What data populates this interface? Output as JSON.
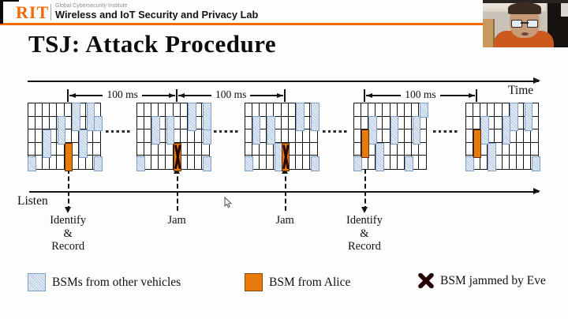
{
  "header": {
    "logo_text": "RIT",
    "institute": "Global Cybersecurity Institute",
    "lab_name": "Wireless and IoT Security and Privacy Lab"
  },
  "slide": {
    "title": "TSJ: Attack Procedure"
  },
  "timeline": {
    "time_label": "Time",
    "listen_label": "Listen",
    "interval_label": "100 ms"
  },
  "diagram": {
    "grids": [
      {
        "name": "frame-1",
        "alice": {
          "col": 6,
          "row": 4,
          "span": 2,
          "jammed": false
        },
        "others": [
          [
            7,
            1,
            2
          ],
          [
            9,
            1,
            2
          ],
          [
            5,
            2,
            2
          ],
          [
            10,
            2,
            1
          ],
          [
            3,
            3,
            2
          ],
          [
            8,
            3,
            2
          ],
          [
            1,
            5,
            1
          ],
          [
            10,
            5,
            1
          ]
        ]
      },
      {
        "name": "frame-2",
        "alice": {
          "col": 6,
          "row": 4,
          "span": 2,
          "jammed": true
        },
        "others": [
          [
            8,
            1,
            2
          ],
          [
            10,
            1,
            2
          ],
          [
            3,
            2,
            2
          ],
          [
            5,
            2,
            2
          ],
          [
            10,
            3,
            1
          ],
          [
            1,
            5,
            1
          ],
          [
            10,
            5,
            1
          ]
        ]
      },
      {
        "name": "frame-3",
        "alice": {
          "col": 6,
          "row": 4,
          "span": 2,
          "jammed": true
        },
        "others": [
          [
            8,
            1,
            2
          ],
          [
            10,
            1,
            2
          ],
          [
            2,
            2,
            2
          ],
          [
            4,
            2,
            2
          ],
          [
            5,
            4,
            2
          ],
          [
            1,
            5,
            1
          ],
          [
            10,
            5,
            1
          ]
        ]
      },
      {
        "name": "frame-4",
        "alice": {
          "col": 2,
          "row": 3,
          "span": 2,
          "jammed": false
        },
        "others": [
          [
            10,
            1,
            1
          ],
          [
            3,
            2,
            2
          ],
          [
            6,
            2,
            2
          ],
          [
            9,
            2,
            2
          ],
          [
            4,
            4,
            2
          ],
          [
            1,
            5,
            1
          ],
          [
            8,
            5,
            1
          ]
        ]
      },
      {
        "name": "frame-5",
        "alice": {
          "col": 2,
          "row": 3,
          "span": 2,
          "jammed": false
        },
        "others": [
          [
            7,
            1,
            2
          ],
          [
            9,
            1,
            2
          ],
          [
            3,
            2,
            2
          ],
          [
            6,
            2,
            2
          ],
          [
            4,
            4,
            2
          ],
          [
            1,
            5,
            1
          ],
          [
            10,
            5,
            1
          ]
        ]
      }
    ],
    "annotations": [
      {
        "grid": 0,
        "lines": [
          "Identify",
          "&",
          "Record"
        ],
        "direction": "down"
      },
      {
        "grid": 1,
        "lines": [
          "Jam"
        ],
        "direction": "up"
      },
      {
        "grid": 2,
        "lines": [
          "Jam"
        ],
        "direction": "up"
      },
      {
        "grid": 3,
        "lines": [
          "Identify",
          "&",
          "Record"
        ],
        "direction": "down"
      }
    ],
    "intervals": [
      [
        0,
        1
      ],
      [
        1,
        2
      ],
      [
        3,
        4
      ]
    ],
    "gap_dot_groups": 4
  },
  "legend": {
    "items": [
      {
        "label": "BSMs from other vehicles",
        "swatch": "other"
      },
      {
        "label": "BSM from Alice",
        "swatch": "alice"
      },
      {
        "label": "BSM jammed by Eve",
        "swatch": "jammed"
      }
    ]
  },
  "colors": {
    "accent_orange": "#F76902",
    "other_bsm_fill": "#c0d2e8",
    "other_bsm_border": "#7e9fc7",
    "alice_bsm_fill": "#e8790b",
    "jam_mark": "#260606",
    "grid_line": "#141414"
  }
}
